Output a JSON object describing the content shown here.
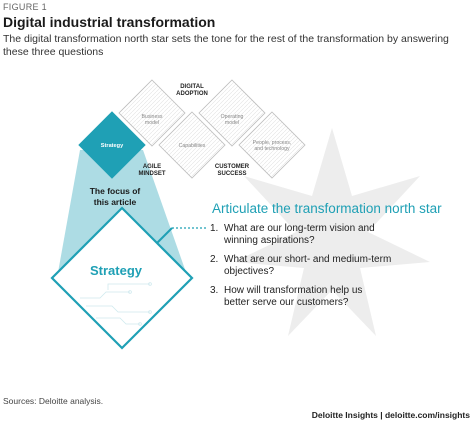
{
  "figure_label": "FIGURE 1",
  "title": "Digital industrial transformation",
  "subtitle": "The digital transformation north star sets the tone for the rest of the transformation by answering these three questions",
  "diagram": {
    "top_label_1": "DIGITAL",
    "top_label_2": "ADOPTION",
    "cells": {
      "business_model_1": "Business",
      "business_model_2": "model",
      "operating_model_1": "Operating",
      "operating_model_2": "model",
      "capabilities": "Capabilities",
      "people_1": "People, process,",
      "people_2": "and technology",
      "strategy_small": "Strategy"
    },
    "agile_1": "AGILE",
    "agile_2": "MINDSET",
    "customer_1": "CUSTOMER",
    "customer_2": "SUCCESS",
    "focus_1": "The focus of",
    "focus_2": "this article",
    "strategy_large": "Strategy"
  },
  "north_star": {
    "title": "Articulate the transformation north star",
    "questions": [
      {
        "num": "1.",
        "line1": "What are our long-term vision and",
        "line2": "winning aspirations?"
      },
      {
        "num": "2.",
        "line1": "What are our short- and medium-term",
        "line2": "objectives?"
      },
      {
        "num": "3.",
        "line1": "How will transformation help us",
        "line2": "better serve our customers?"
      }
    ]
  },
  "colors": {
    "teal": "#1fa0b5",
    "teal_light": "#9fd6df",
    "star": "#ededed"
  },
  "source": "Sources: Deloitte analysis.",
  "footer": "Deloitte Insights | deloitte.com/insights"
}
